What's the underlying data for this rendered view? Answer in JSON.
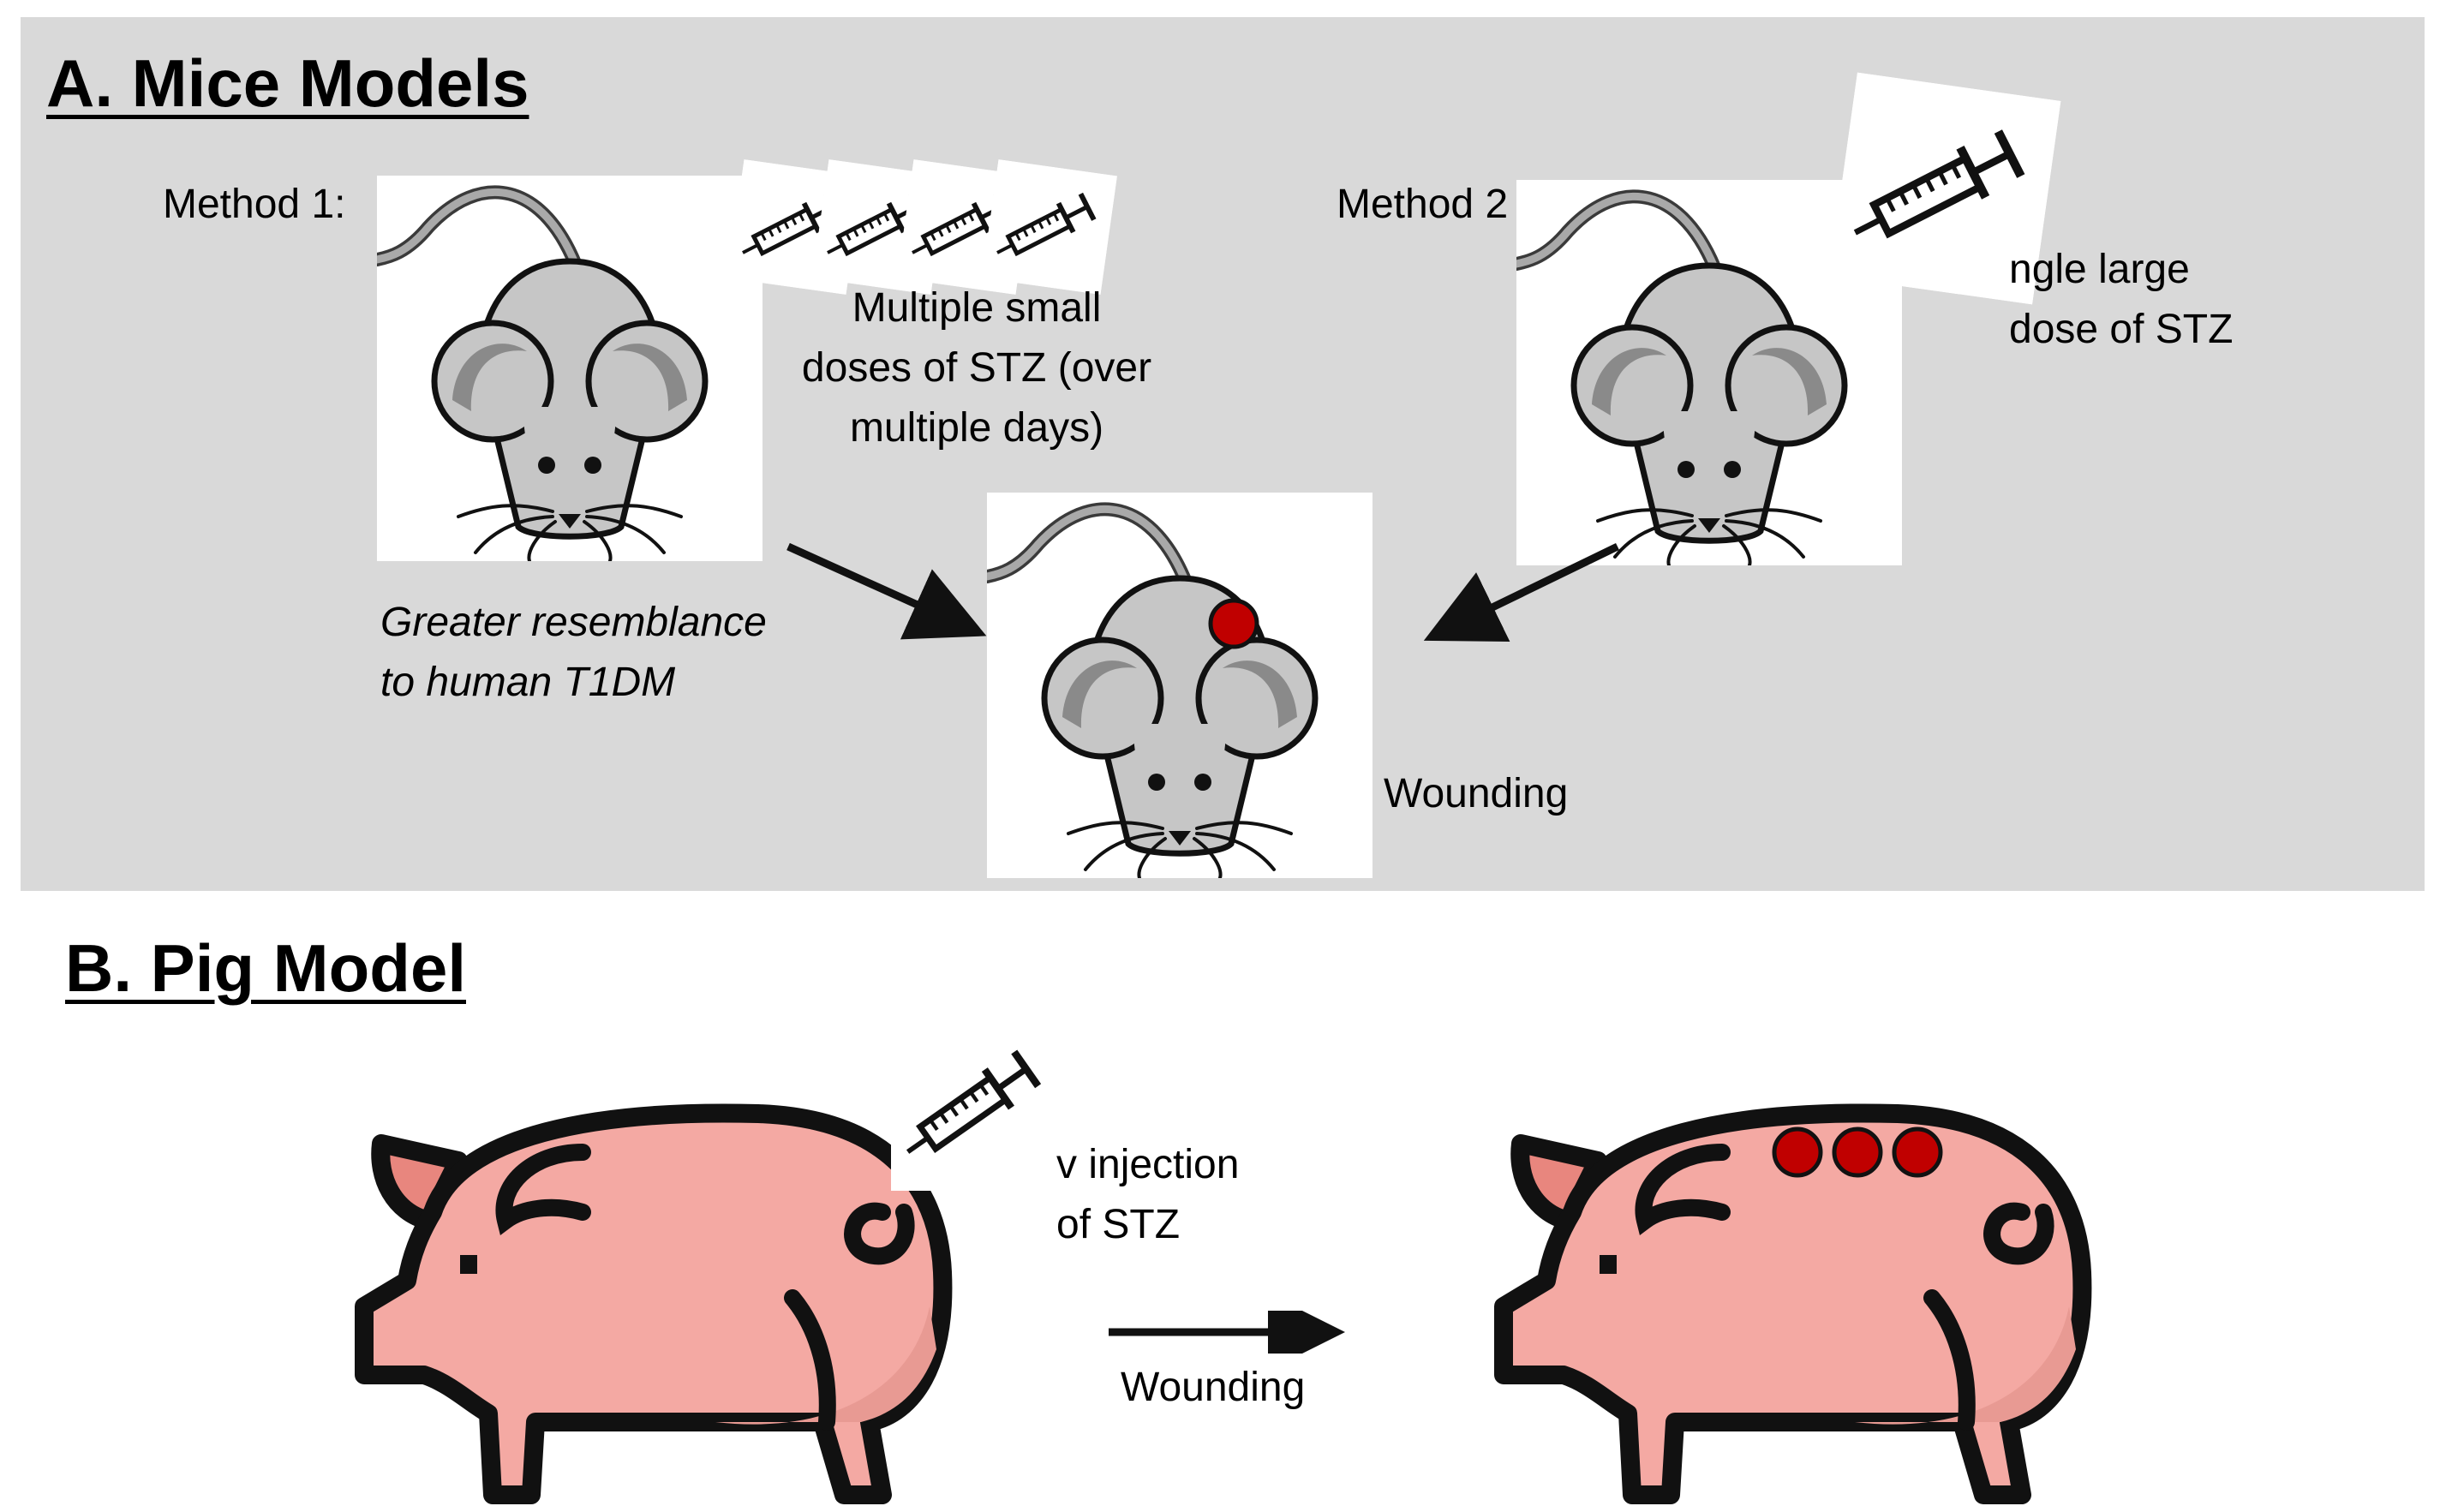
{
  "panel_a": {
    "heading": "A. Mice Models",
    "method1_label": "Method 1:",
    "method2_label": "Method 2",
    "method1_description": [
      "Multiple small",
      "doses of STZ (over",
      "multiple days)"
    ],
    "method1_note": [
      "Greater resemblance",
      "to human T1DM"
    ],
    "method2_description": [
      "ngle large",
      "dose of STZ"
    ],
    "wounding_label": "Wounding"
  },
  "panel_b": {
    "heading": "B. Pig Model",
    "injection_label": [
      "v injection",
      "of STZ"
    ],
    "wounding_label": "Wounding"
  },
  "colors": {
    "panel_background": "#d9d9d9",
    "mouse_body": "#c6c6c6",
    "pig_body": "#f4a9a3",
    "wound": "#c00000"
  },
  "icons": [
    "mouse-icon",
    "syringe-icon",
    "pig-icon",
    "arrow-icon",
    "wound-mark"
  ]
}
